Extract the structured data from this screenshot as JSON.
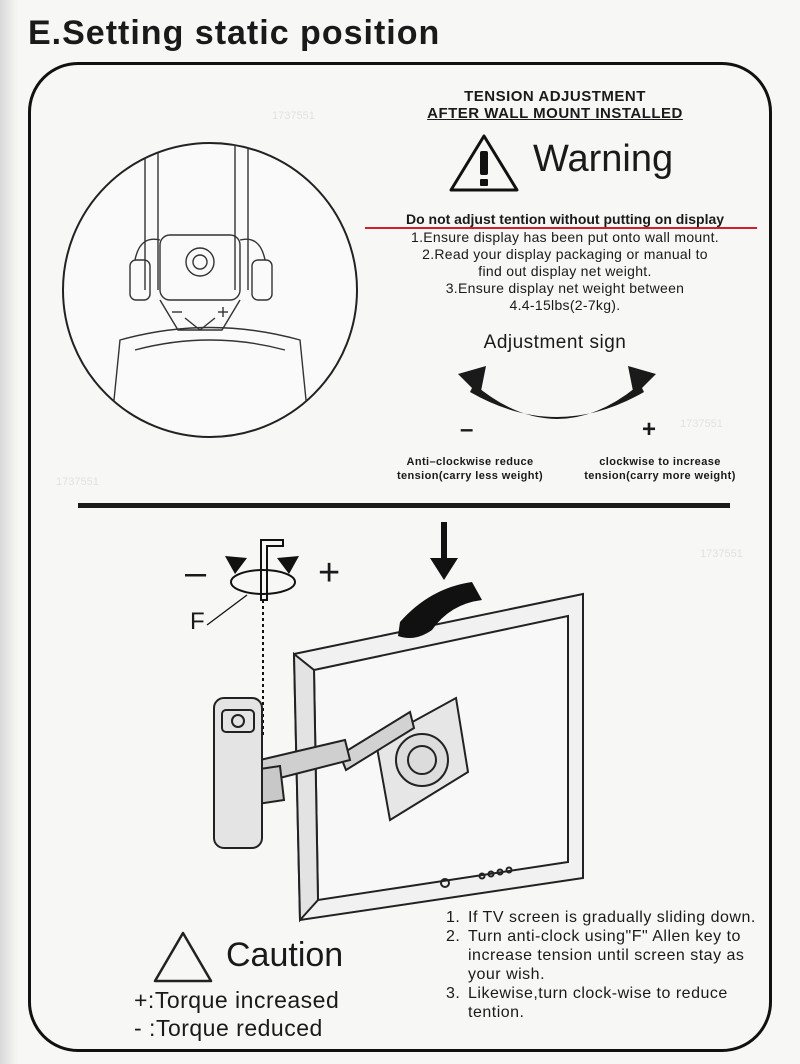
{
  "header": {
    "title": "E.Setting static position"
  },
  "watermark": "1737551",
  "tension": {
    "title_line1": "TENSION  ADJUSTMENT",
    "title_line2": "AFTER WALL MOUNT INSTALLED",
    "warning_label": "Warning",
    "dont_adjust": "Do not adjust tention without putting on display",
    "steps": [
      "1.Ensure display has been put onto wall mount.",
      "2.Read your display packaging or manual to",
      "find out display net weight.",
      "3.Ensure display net weight between",
      "4.4-15lbs(2-7kg)."
    ]
  },
  "adjustment": {
    "title": "Adjustment sign",
    "minus": "–",
    "plus": "+",
    "left_caption_l1": "Anti–clockwise reduce",
    "left_caption_l2": "tension(carry less weight)",
    "right_caption_l1": "clockwise to increase",
    "right_caption_l2": "tension(carry more weight)"
  },
  "key_diagram": {
    "minus": "–",
    "plus": "+",
    "label": "F"
  },
  "caution": {
    "label": "Caution",
    "plus_line": "+:Torque increased",
    "minus_line": "- :Torque reduced"
  },
  "instructions": [
    {
      "num": "1.",
      "text": "If TV  screen  is  gradually sliding down."
    },
    {
      "num": "2.",
      "text": "Turn anti-clock using\"F\" Allen key to increase tension until screen stay as your wish."
    },
    {
      "num": "3.",
      "text": "Likewise,turn clock-wise to reduce tention."
    }
  ],
  "colors": {
    "accent_red": "#d21f2b",
    "ink": "#1a1a1a"
  }
}
